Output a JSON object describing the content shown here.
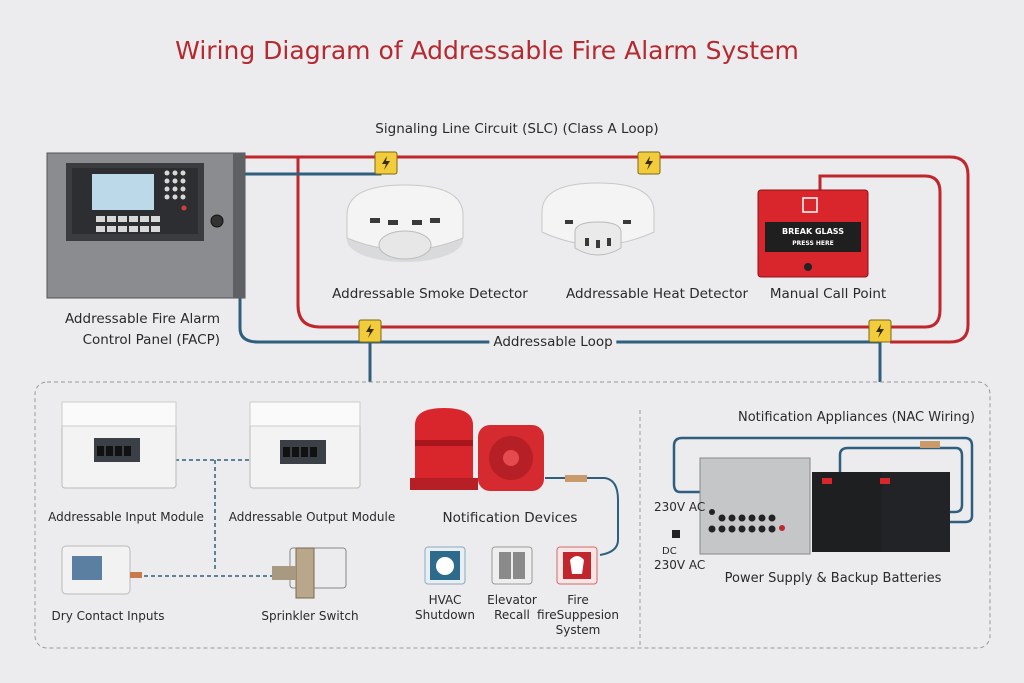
{
  "title": "Wiring Diagram of Addressable Fire Alarm System",
  "colors": {
    "title": "#b42a30",
    "slc_red": "#c0272d",
    "loop_blue": "#2f5f7f",
    "junction": "#f2cc3a",
    "background": "#ecebed"
  },
  "slc_label": "Signaling Line Circuit (SLC) (Class A Loop)",
  "loop_label": "Addressable Loop",
  "panel": {
    "label_line1": "Addressable Fire Alarm",
    "label_line2": "Control Panel (FACP)"
  },
  "devices": {
    "smoke": "Addressable Smoke Detector",
    "heat": "Addressable Heat Detector",
    "mcp": "Manual Call Point",
    "mcp_text1": "BREAK GLASS",
    "mcp_text2": "PRESS HERE"
  },
  "modules": {
    "input": "Addressable Input Module",
    "output": "Addressable Output Module",
    "dry_contact": "Dry Contact Inputs",
    "sprinkler": "Sprinkler Switch"
  },
  "notification": {
    "label": "Notification Devices",
    "controls": [
      {
        "line1": "HVAC",
        "line2": "Shutdown",
        "line3": "",
        "icon": "fan-icon"
      },
      {
        "line1": "Elevator",
        "line2": "Recall",
        "line3": "",
        "icon": "elevator-icon"
      },
      {
        "line1": "Fire",
        "line2": "fireSuppesion",
        "line3": "System",
        "icon": "fire-suppression-icon"
      }
    ]
  },
  "power": {
    "nac_label": "Notification Appliances (NAC Wiring)",
    "ac_label_top": "230V AC",
    "dc_label": "DC",
    "ac_label_bottom": "230V AC",
    "label": "Power Supply & Backup Batteries"
  }
}
